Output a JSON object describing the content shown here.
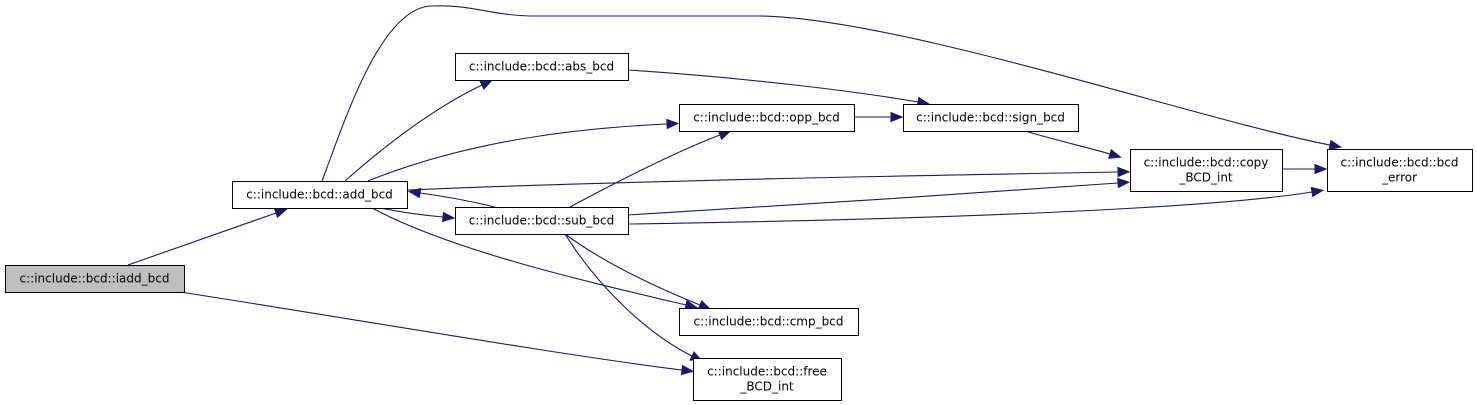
{
  "diagram": {
    "type": "call-graph",
    "colors": {
      "edge": "#191970",
      "node_fill": "#ffffff",
      "focus_fill": "#bfbfbf",
      "border": "#000000"
    },
    "nodes": [
      {
        "id": "iadd_bcd",
        "lines": [
          "c::include::bcd::iadd_bcd"
        ],
        "focus": true
      },
      {
        "id": "add_bcd",
        "lines": [
          "c::include::bcd::add_bcd"
        ]
      },
      {
        "id": "abs_bcd",
        "lines": [
          "c::include::bcd::abs_bcd"
        ]
      },
      {
        "id": "opp_bcd",
        "lines": [
          "c::include::bcd::opp_bcd"
        ]
      },
      {
        "id": "sub_bcd",
        "lines": [
          "c::include::bcd::sub_bcd"
        ]
      },
      {
        "id": "sign_bcd",
        "lines": [
          "c::include::bcd::sign_bcd"
        ]
      },
      {
        "id": "copy_BCD_int",
        "lines": [
          "c::include::bcd::copy",
          "_BCD_int"
        ]
      },
      {
        "id": "bcd_error",
        "lines": [
          "c::include::bcd::bcd",
          "_error"
        ]
      },
      {
        "id": "cmp_bcd",
        "lines": [
          "c::include::bcd::cmp_bcd"
        ]
      },
      {
        "id": "free_BCD_int",
        "lines": [
          "c::include::bcd::free",
          "_BCD_int"
        ]
      }
    ],
    "edges": [
      {
        "from": "iadd_bcd",
        "to": "add_bcd"
      },
      {
        "from": "iadd_bcd",
        "to": "free_BCD_int"
      },
      {
        "from": "add_bcd",
        "to": "abs_bcd"
      },
      {
        "from": "add_bcd",
        "to": "bcd_error"
      },
      {
        "from": "add_bcd",
        "to": "opp_bcd"
      },
      {
        "from": "add_bcd",
        "to": "copy_BCD_int"
      },
      {
        "from": "add_bcd",
        "to": "sub_bcd"
      },
      {
        "from": "add_bcd",
        "to": "cmp_bcd"
      },
      {
        "from": "sub_bcd",
        "to": "add_bcd"
      },
      {
        "from": "sub_bcd",
        "to": "opp_bcd"
      },
      {
        "from": "sub_bcd",
        "to": "copy_BCD_int"
      },
      {
        "from": "sub_bcd",
        "to": "bcd_error"
      },
      {
        "from": "sub_bcd",
        "to": "cmp_bcd"
      },
      {
        "from": "sub_bcd",
        "to": "free_BCD_int"
      },
      {
        "from": "abs_bcd",
        "to": "sign_bcd"
      },
      {
        "from": "opp_bcd",
        "to": "sign_bcd"
      },
      {
        "from": "sign_bcd",
        "to": "copy_BCD_int"
      },
      {
        "from": "copy_BCD_int",
        "to": "bcd_error"
      }
    ]
  }
}
